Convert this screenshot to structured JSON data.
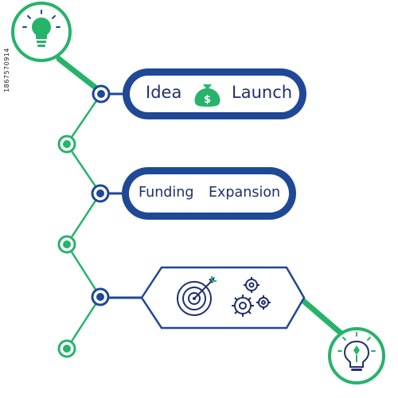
{
  "pill_1": {
    "left_text": "Idea",
    "right_text": "Launch"
  },
  "pill_2": {
    "left_text": "Funding",
    "right_text": "Expansion"
  },
  "watermark": {
    "id_text": "1867570914"
  },
  "icons": {
    "start": "lightbulb-icon",
    "pill_1_middle": "money-bag-icon",
    "hex_left": "target-arrow-icon",
    "hex_right": "gears-icon",
    "end": "lightbulb-icon"
  },
  "colors": {
    "navy": "#1f4896",
    "green": "#27b36a",
    "text": "#1f2f6e"
  }
}
